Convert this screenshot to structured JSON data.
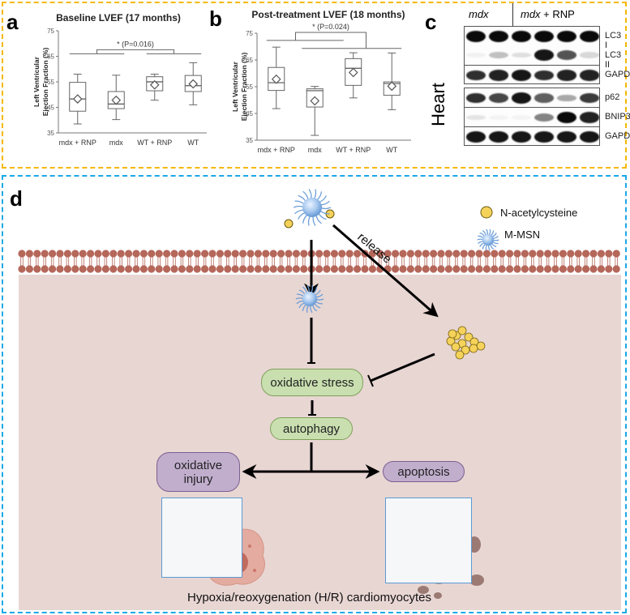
{
  "panels": {
    "a": {
      "letter": "a"
    },
    "b": {
      "letter": "b"
    },
    "c": {
      "letter": "c"
    },
    "d": {
      "letter": "d"
    }
  },
  "colors": {
    "top_border": "#f5b800",
    "bottom_border": "#1aa9e6",
    "cell_interior": "#e8d6d3",
    "membrane": "#b5675a",
    "green_node": "#c9dfb0",
    "purple_node": "#c1aecd",
    "nac_yellow": "#f5d35a",
    "msn_blue": "#8fb8e8"
  },
  "chart_data": [
    {
      "type": "box",
      "title": "Baseline LVEF (17 months)",
      "xlabel": "",
      "ylabel": "Left Ventricular Ejection Fraction (%)",
      "ylim": [
        35,
        75
      ],
      "yticks": [
        "35",
        "45",
        "55",
        "65",
        "75"
      ],
      "categories": [
        "mdx + RNP",
        "mdx",
        "WT + RNP",
        "WT"
      ],
      "series": [
        {
          "name": "mdx + RNP",
          "min": 38.5,
          "q1": 43.5,
          "median": 48.3,
          "q3": 54.8,
          "max": 58,
          "mean": 48.3
        },
        {
          "name": "mdx",
          "min": 40.2,
          "q1": 44.5,
          "median": 46.3,
          "q3": 51.2,
          "max": 57.6,
          "mean": 47.8
        },
        {
          "name": "WT + RNP",
          "min": 47.8,
          "q1": 51.5,
          "median": 55,
          "q3": 57,
          "max": 58,
          "mean": 53.8
        },
        {
          "name": "WT",
          "min": 46,
          "q1": 51.2,
          "median": 53.5,
          "q3": 57.5,
          "max": 62.5,
          "mean": 54.2
        }
      ],
      "annotation": {
        "text": "* (P=0.016)",
        "level": 66,
        "groups": [
          [
            "mdx + RNP",
            "mdx"
          ],
          [
            "WT + RNP",
            "WT"
          ]
        ]
      },
      "grid": false
    },
    {
      "type": "box",
      "title": "Post-treatment LVEF (18 months)",
      "xlabel": "",
      "ylabel": "Left Ventricular Ejection Fraction (%)",
      "ylim": [
        35,
        75
      ],
      "yticks": [
        "35",
        "45",
        "55",
        "65",
        "75"
      ],
      "categories": [
        "mdx + RNP",
        "mdx",
        "WT + RNP",
        "WT"
      ],
      "series": [
        {
          "name": "mdx + RNP",
          "min": 46.8,
          "q1": 53.6,
          "median": 56.5,
          "q3": 62.2,
          "max": 69.8,
          "mean": 57.8
        },
        {
          "name": "mdx",
          "min": 36.8,
          "q1": 47.4,
          "median": 53.5,
          "q3": 54.2,
          "max": 55.1,
          "mean": 49.7
        },
        {
          "name": "WT + RNP",
          "min": 50.8,
          "q1": 55.5,
          "median": 61.9,
          "q3": 65.5,
          "max": 67.7,
          "mean": 60.3
        },
        {
          "name": "WT",
          "min": 46.4,
          "q1": 51.8,
          "median": 56.2,
          "q3": 56.8,
          "max": 67.6,
          "mean": 55.2
        }
      ],
      "annotation": {
        "text": "* (P=0.024)",
        "levels": [
          72.3,
          69.3
        ],
        "groups": [
          [
            "mdx + RNP",
            "mdx"
          ],
          [
            "mdx",
            "WT"
          ]
        ]
      },
      "grid": false
    }
  ],
  "blot": {
    "side_label": "Heart",
    "groups": [
      "mdx",
      "mdx + RNP"
    ],
    "group_italic_part": "mdx",
    "group_suffix": " + RNP",
    "bands": [
      {
        "label": "LC3 I",
        "intensity": [
          1,
          1,
          1,
          1,
          1,
          1
        ]
      },
      {
        "label": "LC3 II",
        "intensity": [
          0.05,
          0.25,
          0.12,
          0.95,
          0.7,
          0.15
        ]
      },
      {
        "label": "GAPDH",
        "intensity": [
          0.85,
          0.9,
          0.95,
          0.85,
          0.9,
          0.9
        ]
      },
      {
        "label": "p62",
        "intensity": [
          0.85,
          0.75,
          0.95,
          0.65,
          0.35,
          0.8
        ]
      },
      {
        "label": "BNIP3",
        "intensity": [
          0.1,
          0,
          0,
          0.5,
          1,
          0.9
        ]
      },
      {
        "label": "GAPDH",
        "intensity": [
          0.95,
          0.95,
          0.95,
          0.95,
          0.95,
          0.95
        ]
      }
    ]
  },
  "diagram": {
    "legend": [
      {
        "icon": "nac-particle-icon",
        "label": "N-acetylcysteine"
      },
      {
        "icon": "msn-nanoparticle-icon",
        "label": "M-MSN"
      }
    ],
    "release_label": "release",
    "nodes": {
      "oxidative_stress": "oxidative stress",
      "autophagy": "autophagy",
      "oxidative_injury_line1": "oxidative",
      "oxidative_injury_line2": "injury",
      "apoptosis": "apoptosis"
    },
    "caption": "Hypoxia/reoxygenation (H/R) cardiomyocytes"
  }
}
